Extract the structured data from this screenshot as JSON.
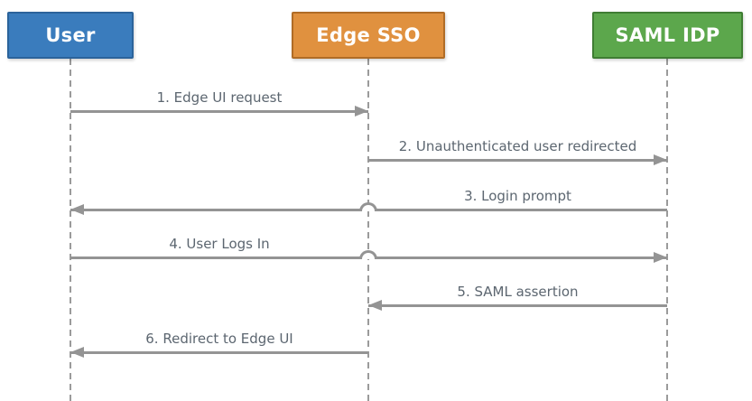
{
  "diagram": {
    "type": "sequence-diagram",
    "actors": [
      {
        "id": "user",
        "label": "User",
        "fill": "#3a7cbd",
        "border": "#2b639b"
      },
      {
        "id": "edge-sso",
        "label": "Edge SSO",
        "fill": "#e0913f",
        "border": "#b06c26"
      },
      {
        "id": "saml-idp",
        "label": "SAML IDP",
        "fill": "#5ca74c",
        "border": "#3f7d33"
      }
    ],
    "messages": [
      {
        "seq": 1,
        "label": "1. Edge UI request",
        "from": "user",
        "to": "edge-sso",
        "direction": "right"
      },
      {
        "seq": 2,
        "label": "2. Unauthenticated user redirected",
        "from": "edge-sso",
        "to": "saml-idp",
        "direction": "right"
      },
      {
        "seq": 3,
        "label": "3. Login prompt",
        "from": "saml-idp",
        "to": "user",
        "direction": "left"
      },
      {
        "seq": 4,
        "label": "4. User Logs In",
        "from": "user",
        "to": "saml-idp",
        "direction": "right"
      },
      {
        "seq": 5,
        "label": "5. SAML assertion",
        "from": "saml-idp",
        "to": "edge-sso",
        "direction": "left"
      },
      {
        "seq": 6,
        "label": "6. Redirect to Edge UI",
        "from": "edge-sso",
        "to": "user",
        "direction": "left"
      }
    ],
    "colors": {
      "message_line": "#949494",
      "lifeline": "#9b9b9b",
      "label_text": "#5c6670",
      "actor_text": "#ffffff",
      "background": "#ffffff"
    }
  }
}
